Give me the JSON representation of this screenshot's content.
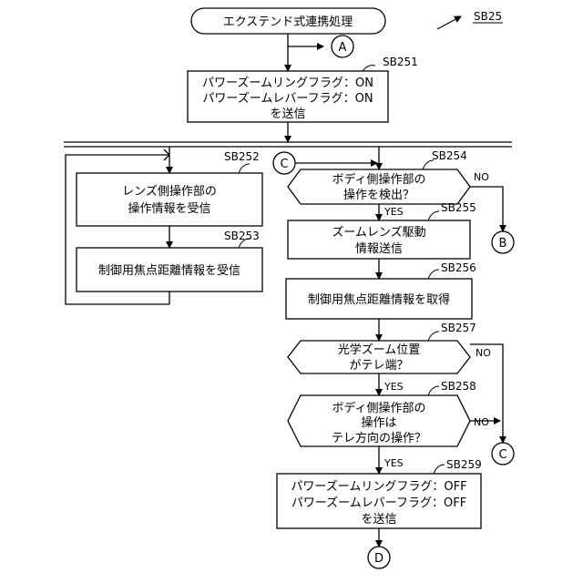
{
  "diagram_ref": "SB25",
  "start": {
    "label": "エクステンド式連携処理"
  },
  "connectors": {
    "a": "A",
    "b": "B",
    "c_in": "C",
    "c_out": "C",
    "d": "D"
  },
  "sb251": {
    "ref": "SB251",
    "lines": [
      "パワーズームリングフラグ：ON",
      "パワーズームレバーフラグ：ON",
      "を送信"
    ]
  },
  "sb252": {
    "ref": "SB252",
    "lines": [
      "レンズ側操作部の",
      "操作情報を受信"
    ]
  },
  "sb253": {
    "ref": "SB253",
    "lines": [
      "制御用焦点距離情報を受信"
    ]
  },
  "sb254": {
    "ref": "SB254",
    "lines": [
      "ボディ側操作部の",
      "操作を検出？"
    ],
    "no": "NO",
    "yes": "YES"
  },
  "sb255": {
    "ref": "SB255",
    "lines": [
      "ズームレンズ駆動",
      "情報送信"
    ]
  },
  "sb256": {
    "ref": "SB256",
    "lines": [
      "制御用焦点距離情報を取得"
    ]
  },
  "sb257": {
    "ref": "SB257",
    "lines": [
      "光学ズーム位置",
      "がテレ端？"
    ],
    "no": "NO",
    "yes": "YES"
  },
  "sb258": {
    "ref": "SB258",
    "lines": [
      "ボディ側操作部の",
      "操作は",
      "テレ方向の操作？"
    ],
    "no": "NO",
    "yes": "YES"
  },
  "sb259": {
    "ref": "SB259",
    "lines": [
      "パワーズームリングフラグ：OFF",
      "パワーズームレバーフラグ：OFF",
      "を送信"
    ]
  }
}
